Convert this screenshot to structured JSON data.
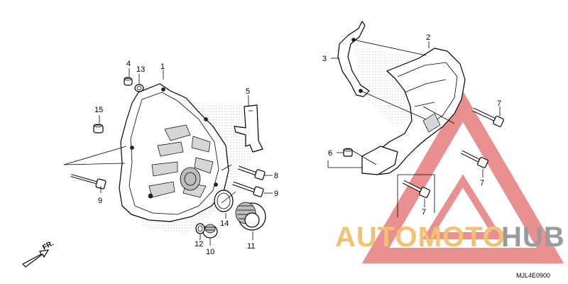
{
  "diagram_code": "MJL4E0900",
  "direction_label": "FR.",
  "watermark": {
    "brand_left": "AUTOMOTO",
    "brand_right": "HUB",
    "color_primary": "#f3c173",
    "color_secondary": "#9a9a9a",
    "triangle_color": "#e46a6a"
  },
  "callouts": [
    {
      "id": "callout-1",
      "number": "1"
    },
    {
      "id": "callout-2",
      "number": "2"
    },
    {
      "id": "callout-3",
      "number": "3"
    },
    {
      "id": "callout-4",
      "number": "4"
    },
    {
      "id": "callout-5",
      "number": "5"
    },
    {
      "id": "callout-6",
      "number": "6"
    },
    {
      "id": "callout-7a",
      "number": "7"
    },
    {
      "id": "callout-7b",
      "number": "7"
    },
    {
      "id": "callout-7c",
      "number": "7"
    },
    {
      "id": "callout-8",
      "number": "8"
    },
    {
      "id": "callout-9a",
      "number": "9"
    },
    {
      "id": "callout-9b",
      "number": "9"
    },
    {
      "id": "callout-10",
      "number": "10"
    },
    {
      "id": "callout-11",
      "number": "11"
    },
    {
      "id": "callout-12",
      "number": "12"
    },
    {
      "id": "callout-13",
      "number": "13"
    },
    {
      "id": "callout-14",
      "number": "14"
    },
    {
      "id": "callout-15",
      "number": "15"
    }
  ]
}
